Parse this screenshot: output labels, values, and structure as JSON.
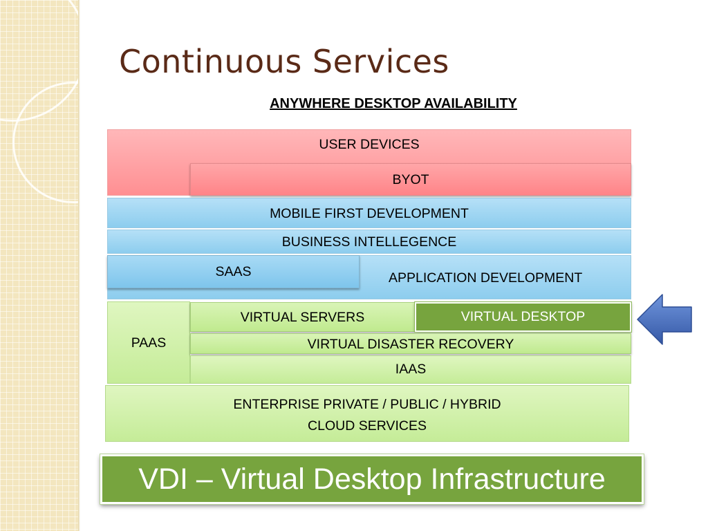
{
  "slide": {
    "title": "Continuous Services",
    "subtitle": "ANYWHERE DESKTOP AVAILABILITY",
    "layers": {
      "user_devices": "USER DEVICES",
      "byot": "BYOT",
      "mobile_first": "MOBILE FIRST DEVELOPMENT",
      "business_intelligence": "BUSINESS INTELLEGENCE",
      "saas": "SAAS",
      "application_development": "APPLICATION DEVELOPMENT",
      "paas": "PAAS",
      "virtual_servers": "VIRTUAL SERVERS",
      "virtual_desktop": "VIRTUAL DESKTOP",
      "virtual_disaster_recovery": "VIRTUAL DISASTER RECOVERY",
      "iaas": "IAAS",
      "cloud_line1": "ENTERPRISE PRIVATE / PUBLIC / HYBRID",
      "cloud_line2": "CLOUD SERVICES"
    },
    "banner": "VDI – Virtual Desktop Infrastructure",
    "pointer_icon": "left-arrow-icon",
    "colors": {
      "title": "#5a2a17",
      "red_layer": "#ff9a9c",
      "blue_layer": "#9dd4f1",
      "green_layer": "#cdef9f",
      "highlight_green": "#77a43e",
      "arrow_blue": "#3f66b5"
    }
  }
}
